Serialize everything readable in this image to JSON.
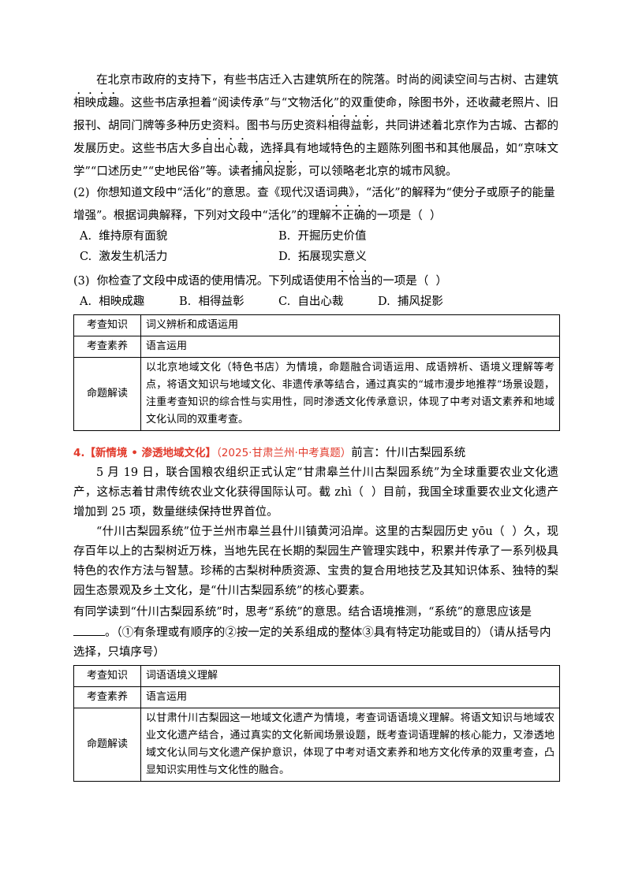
{
  "passage1": {
    "s1": "在北京市政府的支持下，有些书店迁入古建筑所在的院落。时尚的阅读空间与古树、古建筑",
    "idiom1": "相映成趣",
    "s2": "。这些书店承担着“阅读传承”与“文物活化”的双重使命，除图书外，还收藏老照片、旧报刊、胡同门牌等多种历史资料。图书与历史资料",
    "idiom2": "相得益彰",
    "s3": "，共同讲述着北京作为古城、古都的发展历史。这些书店大多",
    "idiom3": "自出心裁",
    "s4": "，选择具有地域特色的主题陈列图书和其他展品，如“京味文学”“口述历史”“史地民俗”等。读者",
    "idiom4": "捕风捉影",
    "s5": "，可以领略老北京的城市风貌。"
  },
  "q2": {
    "stem_a": "(2)  你想知道文段中“活化”的意思。查《现代汉语词典》，“活化”的解释为“使分子或原子的能量增强”。根据词典解释，下列对文段中“活化”的理解",
    "stem_em": "不正确",
    "stem_b": "的一项是（  ）",
    "options": [
      "A.  维持原有面貌",
      "B.  开掘历史价值",
      "C.  激发生机活力",
      "D.  拓展现实意义"
    ]
  },
  "q3": {
    "stem_a": "(3)  你检查了文段中成语的使用情况。下列成语使用",
    "stem_em": "不恰当",
    "stem_b": "的一项是（  ）",
    "options": [
      "A.  相映成趣",
      "B.  相得益彰",
      "C.  自出心裁",
      "D.  捕风捉影"
    ]
  },
  "table1": {
    "k1": "考查知识",
    "v1": "词义辨析和成语运用",
    "k2": "考查素养",
    "v2": "语言运用",
    "k3": "命题解读",
    "v3": "以北京地域文化（特色书店）为情境，命题融合词语运用、成语辨析、语境义理解等考点，将语文知识与地域文化、非遗传承等结合，通过真实的“城市漫步地推荐”场景设题，注重考查知识的综合性与实用性，同时渗透文化传承意识，体现了中考对语文素养和地域文化认同的双重考查。"
  },
  "item4": {
    "num": "4.",
    "tag": "【新情境 • 渗透地域文化】",
    "source": "（2025·甘肃兰州·中考真题）",
    "title": "前言：什川古梨园系统",
    "p1": "5 月 19 日，联合国粮农组织正式认定“甘肃皋兰什川古梨园系统”为全球重要农业文化遗产，这标志着甘肃传统农业文化获得国际认可。截 zhì（  ）目前，我国全球重要农业文化遗产增加到 25 项，数量继续保持世界首位。",
    "p2": "“什川古梨园系统”位于兰州市皋兰县什川镇黄河沿岸。这里的古梨园历史 yōu（  ）久，现存百年以上的古梨树近万株，当地先民在长期的梨园生产管理实践中，积累并传承了一系列极具特色的农作方法与智慧。珍稀的古梨树种质资源、宝贵的复合用地技艺及其知识体系、独特的梨园生态景观及乡土文化，是“什川古梨园系统”的核心要素。",
    "q_a": "有同学读到“什川古梨园系统”时，思考“系统”的意思。结合语境推测，“系统”的意思应该是",
    "q_b": "。（①有条理或有顺序的②按一定的关系组成的整体③具有特定功能或目的）（请从括号内选择，只填序号）"
  },
  "table2": {
    "k1": "考查知识",
    "v1": "词语语境义理解",
    "k2": "考查素养",
    "v2": "语言运用",
    "k3": "命题解读",
    "v3": "以甘肃什川古梨园这一地域文化遗产为情境，考查词语语境义理解。将语文知识与地域农业文化遗产结合，通过真实的文化新闻场景设题，既考查词语理解的核心能力，又渗透地域文化认同与文化遗产保护意识，体现了中考对语文素养和地方文化传承的双重考查，凸显知识实用性与文化性的融合。"
  },
  "colors": {
    "accent": "#e23a2b",
    "text": "#000000"
  }
}
